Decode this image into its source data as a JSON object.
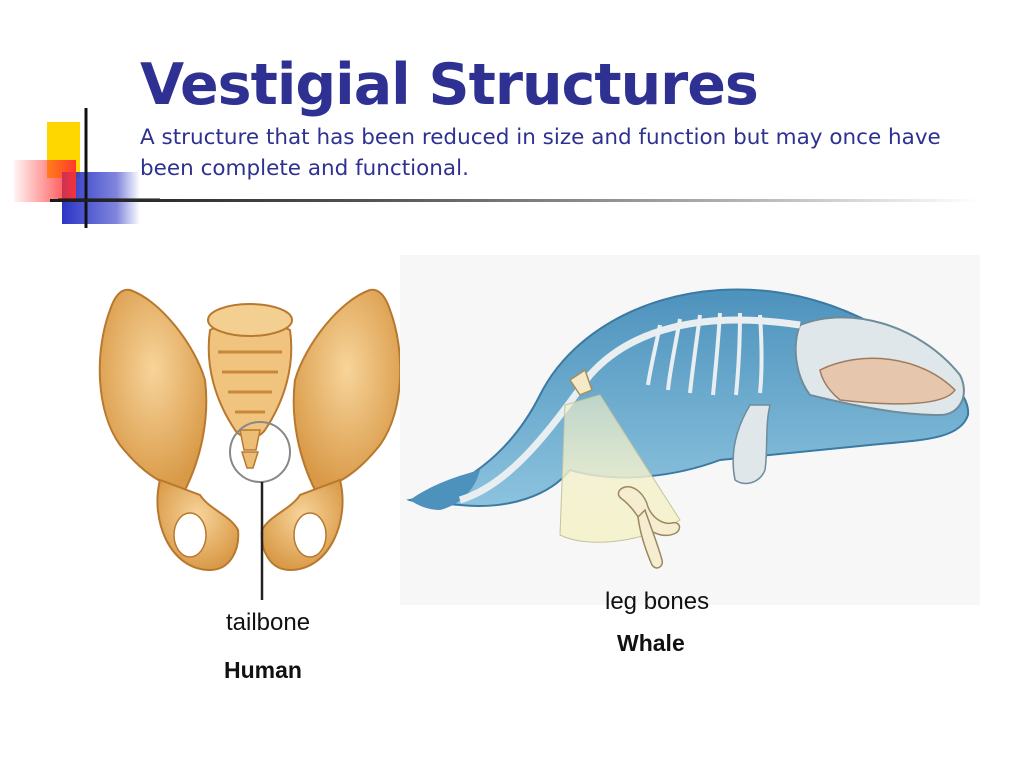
{
  "slide": {
    "title": "Vestigial Structures",
    "subtitle": "A structure that has been reduced in size and function but may once have been complete and functional."
  },
  "colors": {
    "title": "#2e3192",
    "deco_yellow": "#ffd700",
    "deco_blue": "#2b35c6",
    "deco_red": "#ff4040",
    "bone": "#e8b46a",
    "whale_body": "#5fa3c9"
  },
  "figures": {
    "human": {
      "pointer_label": "tailbone",
      "caption": "Human"
    },
    "whale": {
      "pointer_label": "leg bones",
      "caption": "Whale"
    }
  }
}
